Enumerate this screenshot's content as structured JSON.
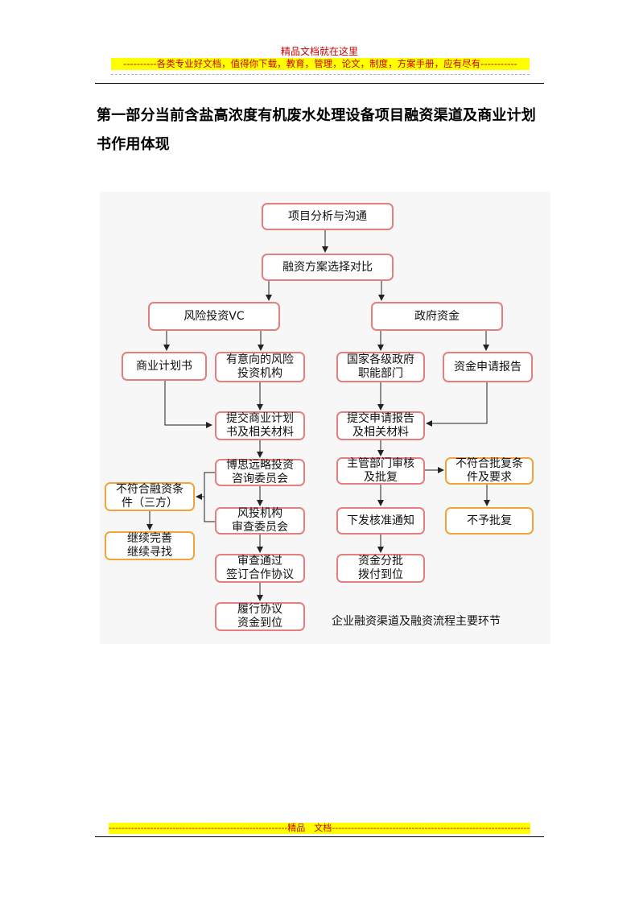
{
  "header": {
    "title": "精品文档就在这里",
    "banner": "----------各类专业好文档，值得你下载，教育，管理，论文，制度，方案手册，应有尽有-----------"
  },
  "document": {
    "heading": "第一部分当前含盐高浓度有机废水处理设备项目融资渠道及商业计划书作用体现"
  },
  "flowchart": {
    "nodes": {
      "analysis": "项目分析与沟通",
      "compare": "融资方案选择对比",
      "vc": "风险投资VC",
      "gov": "政府资金",
      "bizplan": "商业计划书",
      "vc_inst": "有意向的风险\n投资机构",
      "gov_dept": "国家各级政府\n职能部门",
      "gov_report": "资金申请报告",
      "submit_biz": "提交商业计划\n书及相关材料",
      "submit_gov": "提交申请报告\n及相关材料",
      "committee": "博思远略投资\n咨询委员会",
      "review": "主管部门审核\n及批复",
      "not_met_gov": "不符合批复条\n件及要求",
      "not_met_vc": "不符合融资条\n件（三方）",
      "vc_review": "风投机构\n审查委员会",
      "notice": "下发核准通知",
      "no_approval": "不予批复",
      "continue": "继续完善\n继续寻找",
      "sign": "审查通过\n签订合作协议",
      "allocate": "资金分批\n拨付到位",
      "fulfill": "履行协议\n资金到位"
    },
    "caption": "企业融资渠道及融资流程主要环节"
  },
  "footer": {
    "banner": "--------------------------------------------------------精品　文档-----------------------------------------------------------------"
  }
}
